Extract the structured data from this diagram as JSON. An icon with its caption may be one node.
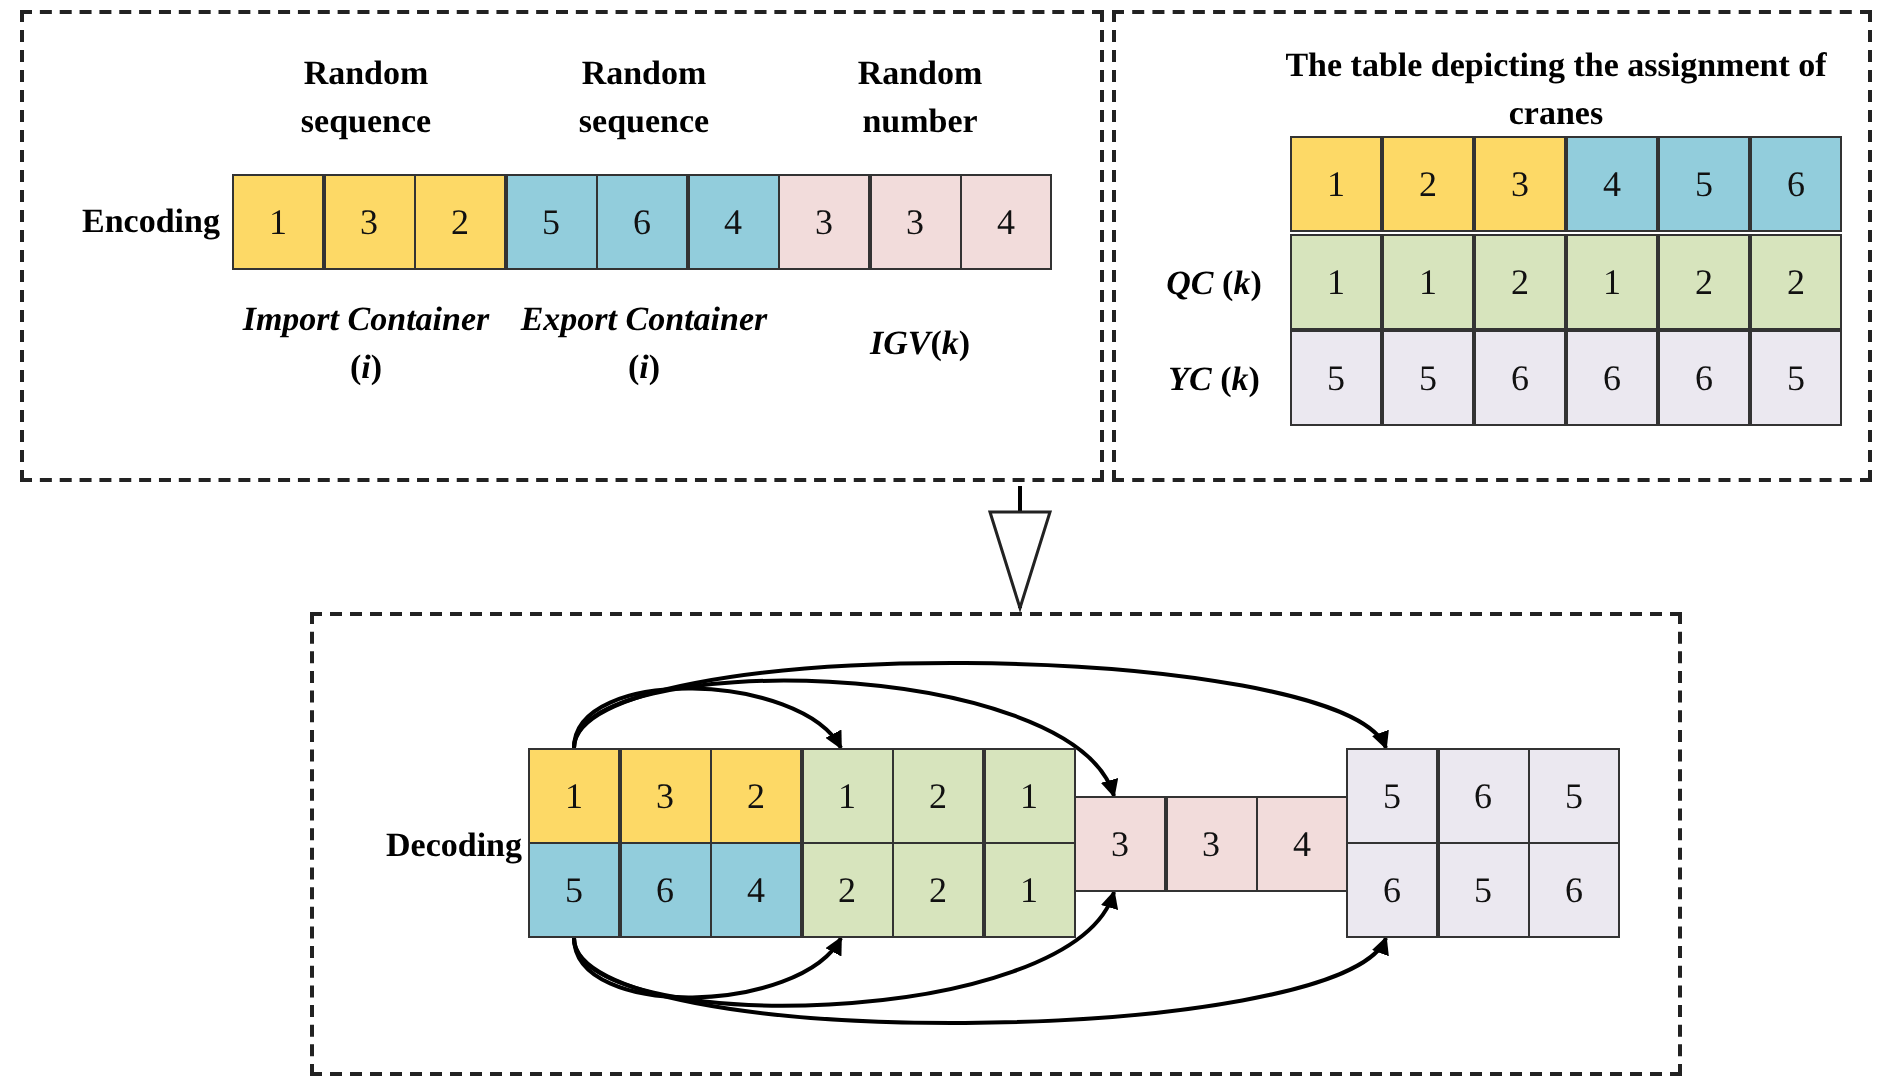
{
  "diagram": {
    "nodes": [
      {
        "text": [],
        "shape": "box"
      },
      {
        "text": [
          "1"
        ],
        "in": 0
      },
      {
        "text": [
          "3"
        ],
        "in": 0
      },
      {
        "text": [
          "2"
        ],
        "in": 0
      },
      {
        "text": [
          "5"
        ],
        "in": 0
      },
      {
        "text": [
          "6"
        ],
        "in": 0
      },
      {
        "text": [
          "4"
        ],
        "in": 0
      },
      {
        "text": [
          "3"
        ],
        "in": 0
      },
      {
        "text": [
          "3"
        ],
        "in": 0
      },
      {
        "text": [
          "4"
        ],
        "in": 0
      },
      {
        "text": [
          "The table depicting the assignment of cranes"
        ]
      },
      {
        "text": [],
        "shape": "box"
      },
      {
        "text": [
          "1"
        ],
        "in": 11
      },
      {
        "text": [
          "3"
        ],
        "in": 11
      },
      {
        "text": [
          "2"
        ],
        "in": 11
      },
      {
        "text": [
          "1"
        ],
        "in": 11
      },
      {
        "text": [
          "2"
        ],
        "in": 11
      },
      {
        "text": [
          "1"
        ],
        "in": 11
      },
      {
        "text": [
          "5"
        ],
        "in": 11
      },
      {
        "text": [
          "6"
        ],
        "in": 11
      },
      {
        "text": [
          "4"
        ],
        "in": 11
      },
      {
        "text": [
          "2"
        ],
        "in": 11
      },
      {
        "text": [
          "2"
        ],
        "in": 11
      },
      {
        "text": [
          "1"
        ],
        "in": 11
      },
      {
        "text": [
          "3"
        ],
        "in": 11
      },
      {
        "text": [
          "3"
        ],
        "in": 11
      },
      {
        "text": [
          "4"
        ],
        "in": 11
      },
      {
        "text": [
          "5"
        ],
        "in": 11
      },
      {
        "text": [
          "6"
        ],
        "in": 11
      },
      {
        "text": [
          "5"
        ],
        "in": 11
      },
      {
        "text": [
          "6"
        ],
        "in": 11
      },
      {
        "text": [
          "5"
        ],
        "in": 11
      },
      {
        "text": [
          "6"
        ],
        "in": 11
      }
    ],
    "edges": [
      {
        "from": 0,
        "to": 11,
        "arrow": "to"
      },
      {
        "from": 12,
        "to": 15,
        "arrow": "to"
      },
      {
        "from": 12,
        "to": 24,
        "arrow": "to"
      },
      {
        "from": 12,
        "to": 27,
        "arrow": "to"
      },
      {
        "from": 18,
        "to": 21,
        "arrow": "to"
      },
      {
        "from": 18,
        "to": 24,
        "arrow": "to"
      },
      {
        "from": 18,
        "to": 30,
        "arrow": "to"
      }
    ],
    "labels": [
      "Random sequence",
      "Random sequence",
      "Random number",
      "Encoding",
      "*Import Container* (*i*)",
      "*Export Container* (*i*)",
      "*IGV*(*k*)",
      "1",
      "2",
      "3",
      "4",
      "5",
      "6",
      "*QC* (*k*)",
      "1",
      "1",
      "2",
      "1",
      "2",
      "2",
      "*YC* (*k*)",
      "5",
      "5",
      "6",
      "6",
      "6",
      "5",
      "Decoding"
    ]
  }
}
